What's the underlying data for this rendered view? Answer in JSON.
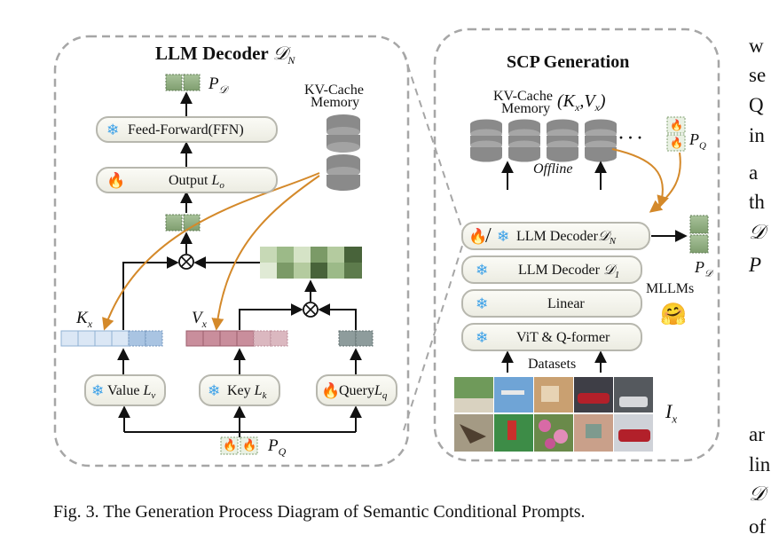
{
  "left_panel": {
    "title": "LLM Decoder",
    "title_sym": "𝒟",
    "title_sub": "N",
    "p_d_label": "P",
    "p_d_sub": "𝒟",
    "kv_cache_label": [
      "KV-Cache",
      "Memory"
    ],
    "ffn_label": "Feed-Forward(FFN)",
    "output_label": "Output",
    "output_sym": "L",
    "output_sub": "o",
    "kx_label": "K",
    "kx_sub": "x",
    "vx_label": "V",
    "vx_sub": "x",
    "value_label": "Value",
    "value_sym": "L",
    "value_sub": "v",
    "key_label": "Key",
    "key_sym": "L",
    "key_sub": "k",
    "query_label": "Query",
    "query_sym": "L",
    "query_sub": "q",
    "pq_label": "P",
    "pq_sub": "Q"
  },
  "right_panel": {
    "title": "SCP Generation",
    "kv_cache_label": [
      "KV-Cache",
      "Memory"
    ],
    "kv_cache_args": "(K",
    "kv_cache_args_sub1": "x",
    "kv_cache_args_mid": ",V",
    "kv_cache_args_sub2": "x",
    "kv_cache_args_end": ")",
    "offline_label": "Offline",
    "ellipsis": "· · ·",
    "decoder_n_label": "LLM Decoder",
    "decoder_n_sym": "𝒟",
    "decoder_n_sub": "N",
    "decoder_1_label": "LLM Decoder",
    "decoder_1_sym": "𝒟",
    "decoder_1_sub": "1",
    "linear_label": "Linear",
    "vit_label": "ViT & Q-former",
    "datasets_label": "Datasets",
    "mllms_label": "MLLMs",
    "ix_label": "I",
    "ix_sub": "x",
    "pq_label": "P",
    "pq_sub": "Q",
    "pd_label": "P",
    "pd_sub": "𝒟"
  },
  "caption": "Fig. 3.  The Generation Process Diagram of Semantic Conditional Prompts.",
  "right_text_column": [
    "w",
    "se",
    "Q",
    "in",
    "a",
    "th",
    "𝒟",
    "P",
    "ar",
    "lin",
    "𝒟",
    "of"
  ],
  "icons": {
    "frozen": "snowflake-icon",
    "trainable": "fire-icon",
    "mllm": "hugging-face-icon",
    "cache": "database-stack-icon"
  },
  "colors": {
    "border_dashed": "#a6a6a6",
    "arrow_orange": "#d4892a",
    "token_green": "#8aa77a",
    "key_blue": "#c9dcf2",
    "value_pink": "#c98e9c",
    "query_gray": "#8e9c9c",
    "snow_blue": "#3aa0e8",
    "fire_red": "#e8491b"
  }
}
